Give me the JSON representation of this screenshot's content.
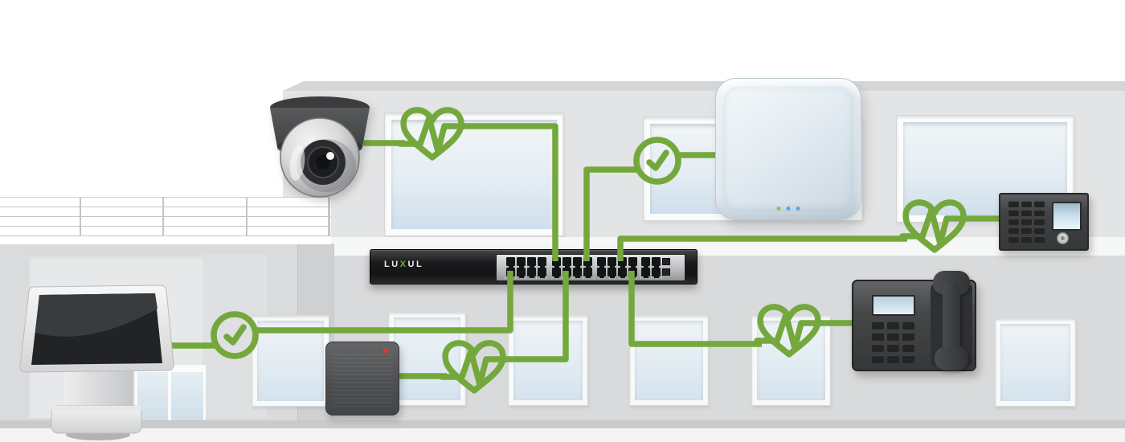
{
  "scene": {
    "title": "Luxul PoE switch building deployment diagram",
    "description": "A Luxul PoE network switch mounted on a two-story building powers and health-checks six connected devices via green cables with heartbeat and checkmark status icons."
  },
  "brand": {
    "full": "LUXUL",
    "logo_lu": "LU",
    "logo_x": "X",
    "logo_ul": "UL"
  },
  "colors": {
    "connection_green": "#74a83d",
    "reader_led_red": "#e23b2e",
    "upper_wall": "#e3e4e5",
    "lower_wall": "#d9dadb",
    "window_glass_top": "#f1f5f7",
    "window_glass_bottom": "#cfdfeb"
  },
  "switch": {
    "brand": "LUXUL",
    "port_groups": 3,
    "ports_per_group": 8,
    "uplink_ports": 4,
    "sfp_ports": 2
  },
  "access_point": {
    "leds": [
      "#8bc34a",
      "#58a7e8",
      "#58a7e8"
    ]
  },
  "keypad": {
    "key_rows": 5,
    "key_cols": 3
  },
  "phone": {
    "key_rows": 4,
    "key_cols": 3
  },
  "devices": [
    {
      "id": "dome-camera",
      "label": "Dome security camera"
    },
    {
      "id": "access-point",
      "label": "Wireless access point"
    },
    {
      "id": "security-keypad",
      "label": "Security keypad panel"
    },
    {
      "id": "poe-switch",
      "label": "Luxul PoE network switch"
    },
    {
      "id": "pos-monitor",
      "label": "Point-of-sale touchscreen"
    },
    {
      "id": "card-reader",
      "label": "Card access reader"
    },
    {
      "id": "voip-phone",
      "label": "VoIP desk phone"
    }
  ],
  "connections": [
    {
      "from": "dome-camera",
      "to": "poe-switch",
      "indicator": "heartbeat"
    },
    {
      "from": "access-point",
      "to": "poe-switch",
      "indicator": "check"
    },
    {
      "from": "security-keypad",
      "to": "poe-switch",
      "indicator": "heartbeat"
    },
    {
      "from": "pos-monitor",
      "to": "poe-switch",
      "indicator": "check"
    },
    {
      "from": "card-reader",
      "to": "poe-switch",
      "indicator": "heartbeat"
    },
    {
      "from": "voip-phone",
      "to": "poe-switch",
      "indicator": "heartbeat"
    }
  ]
}
